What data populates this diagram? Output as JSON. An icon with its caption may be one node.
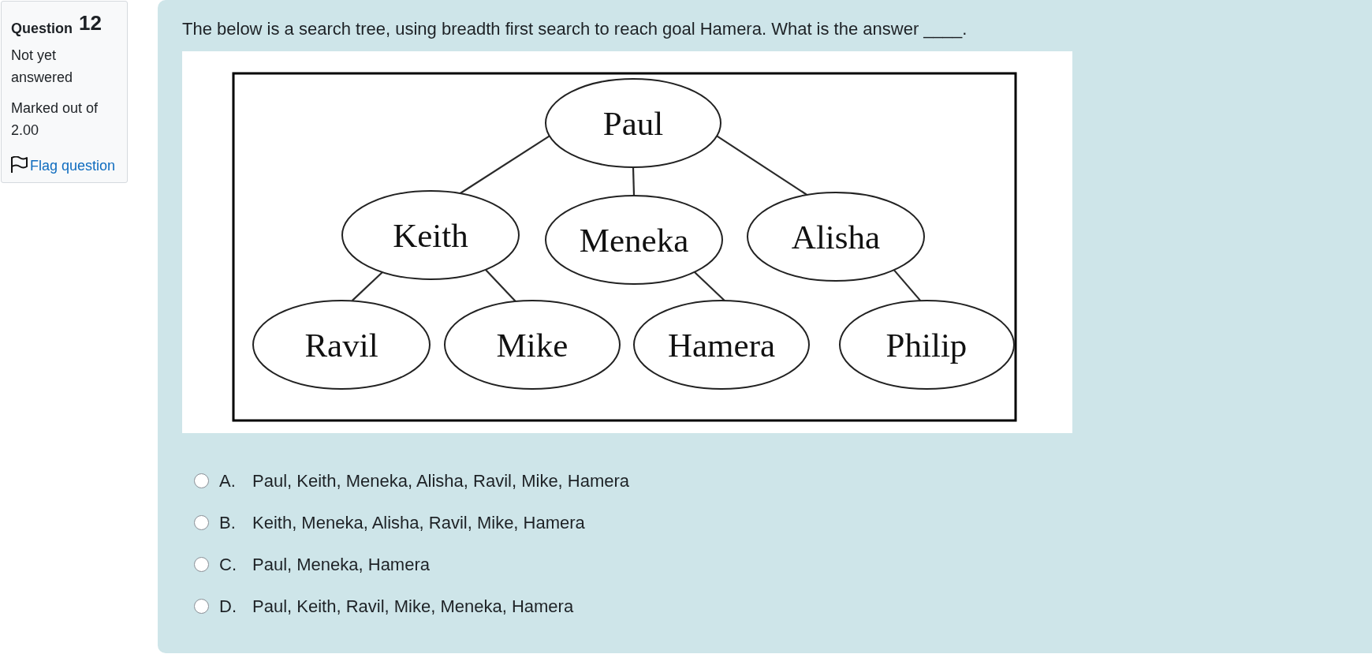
{
  "diagram": {
    "nodes": [
      {
        "text": [
          "Paul"
        ]
      },
      {
        "text": [
          "Keith"
        ]
      },
      {
        "text": [
          "Meneka"
        ]
      },
      {
        "text": [
          "Alisha"
        ]
      },
      {
        "text": [
          "Ravil"
        ]
      },
      {
        "text": [
          "Mike"
        ]
      },
      {
        "text": [
          "Hamera"
        ]
      },
      {
        "text": [
          "Philip"
        ]
      }
    ],
    "edges": [
      {
        "from": 0,
        "to": 1,
        "arrow": "none"
      },
      {
        "from": 0,
        "to": 2,
        "arrow": "none"
      },
      {
        "from": 0,
        "to": 3,
        "arrow": "none"
      },
      {
        "from": 1,
        "to": 4,
        "arrow": "none"
      },
      {
        "from": 1,
        "to": 5,
        "arrow": "none"
      },
      {
        "from": 2,
        "to": 6,
        "arrow": "none"
      },
      {
        "from": 3,
        "to": 7,
        "arrow": "none"
      }
    ],
    "labels": [
      "Question",
      "12",
      "Not yet answered",
      "Marked out of 2.00",
      "Flag question",
      "The below is a search tree, using breadth first search to reach goal Hamera. What is the answer ____.",
      "A.",
      "Paul, Keith, Meneka, Alisha, Ravil, Mike, Hamera",
      "B.",
      "Keith, Meneka, Alisha, Ravil, Mike, Hamera",
      "C.",
      "Paul, Meneka, Hamera",
      "D.",
      "Paul, Keith, Ravil, Mike, Meneka, Hamera"
    ]
  }
}
